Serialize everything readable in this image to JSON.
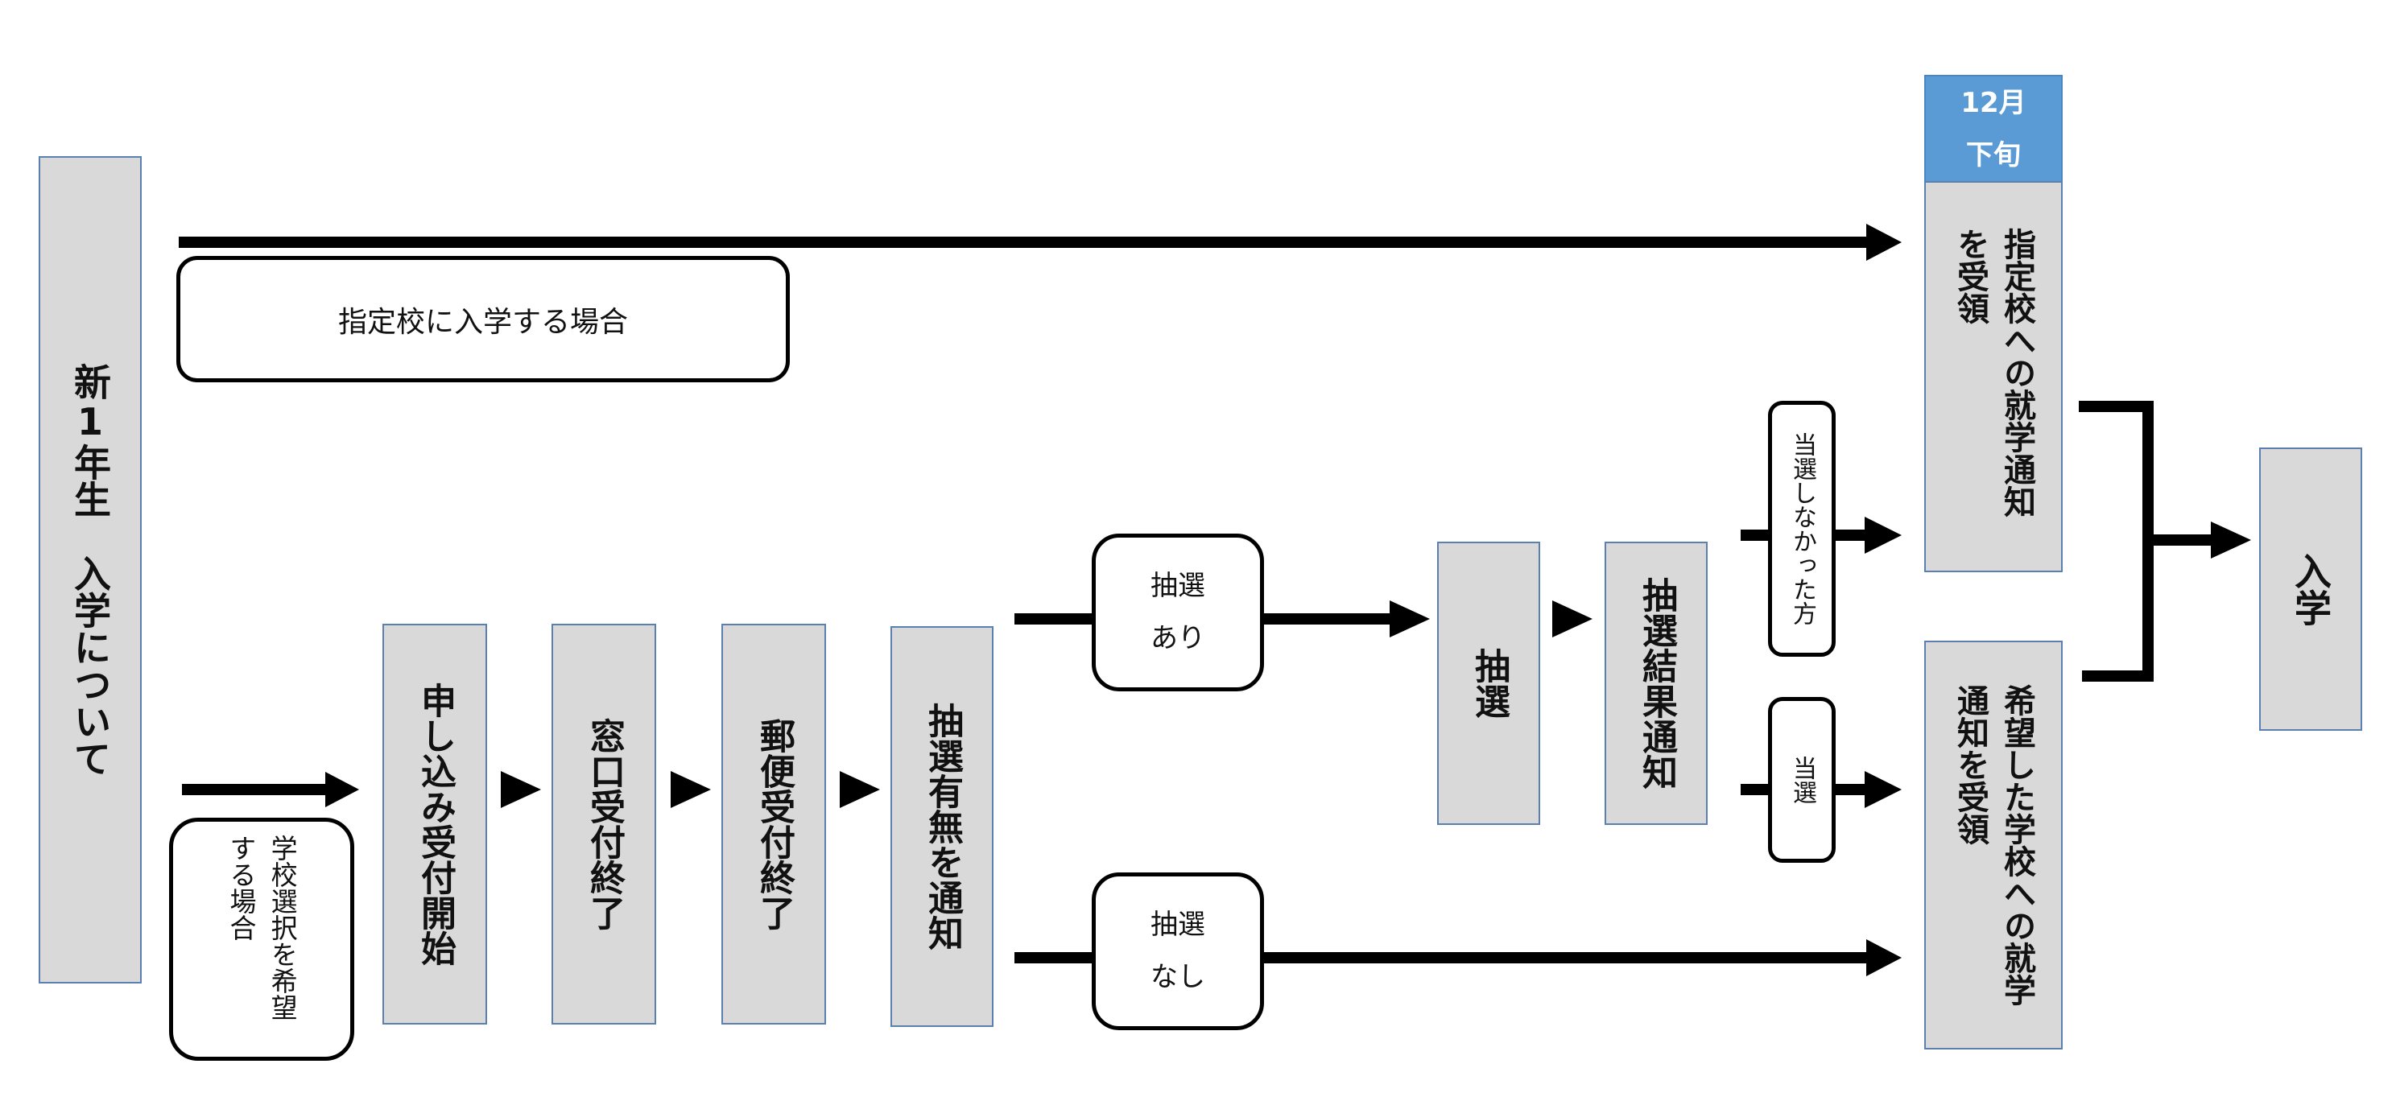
{
  "nodes": {
    "new_student": "新1年生　入学について",
    "apply_start": "申し込み受付開始",
    "counter_end": "窓口受付終了",
    "mail_end": "郵便受付終了",
    "lottery_notice": "抽選有無を通知",
    "lottery": "抽選",
    "lottery_result": "抽選結果通知",
    "designated_notice": "指定校への就学通知を受領",
    "desired_notice": "希望した学校への就学通知を受領",
    "enroll": "入学"
  },
  "header": {
    "month": "12月",
    "period": "下旬"
  },
  "labels": {
    "designated_case": "指定校に入学する場合",
    "choice_case": "学校選択を希望する場合",
    "lottery_yes": "抽選あり",
    "lottery_no": "抽選なし",
    "not_won": "当選しなかった方",
    "won": "当選"
  },
  "colors": {
    "box_fill": "#d9d9d9",
    "box_border": "#5b7fb0",
    "header_fill": "#5b9bd5",
    "line": "#000000"
  }
}
